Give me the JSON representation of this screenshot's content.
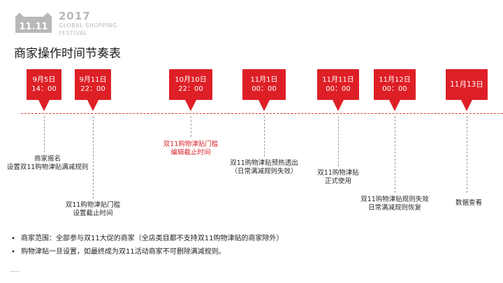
{
  "header": {
    "logo_text": "11.11",
    "year": "2017",
    "tagline_line1": "GLOBAL SHOPPING",
    "tagline_line2": "FESTIVAL",
    "title": "商家操作时间节奏表"
  },
  "colors": {
    "accent_red": "#de1f26",
    "logo_gray": "#b8b8b8"
  },
  "markers": [
    {
      "date": "9月5日",
      "time": "14：00"
    },
    {
      "date": "9月11日",
      "time": "22：00"
    },
    {
      "date": "10月10日",
      "time": "22：00"
    },
    {
      "date": "11月1日",
      "time": "00：00"
    },
    {
      "date": "11月11日",
      "time": "00：00"
    },
    {
      "date": "11月12日",
      "time": "00：00"
    },
    {
      "date": "11月13日",
      "time": ""
    }
  ],
  "events": [
    {
      "line1": "商家报名",
      "line2": "设置双11购物津贴满减规则"
    },
    {
      "line1": "双11购物津贴门槛",
      "line2": "设置截止时间"
    },
    {
      "line1": "双11购物津贴门槛",
      "line2": "编辑截止时间"
    },
    {
      "line1": "双11购物津贴预热透出",
      "line2": "（日常满减规则失效）"
    },
    {
      "line1": "双11购物津贴",
      "line2": "正式使用"
    },
    {
      "line1": "双11购物津贴规则失效",
      "line2": "日常满减规则恢复"
    },
    {
      "line1": "数据查看",
      "line2": ""
    }
  ],
  "notes": [
    {
      "bullet": "•",
      "text": "商家范围：全部参与双11大促的商家（全店类目都不支持双11购物津贴的商家除外）"
    },
    {
      "bullet": "•",
      "text": "购物津贴一旦设置，如最终成为双11活动商家不可删除满减规则。"
    }
  ]
}
